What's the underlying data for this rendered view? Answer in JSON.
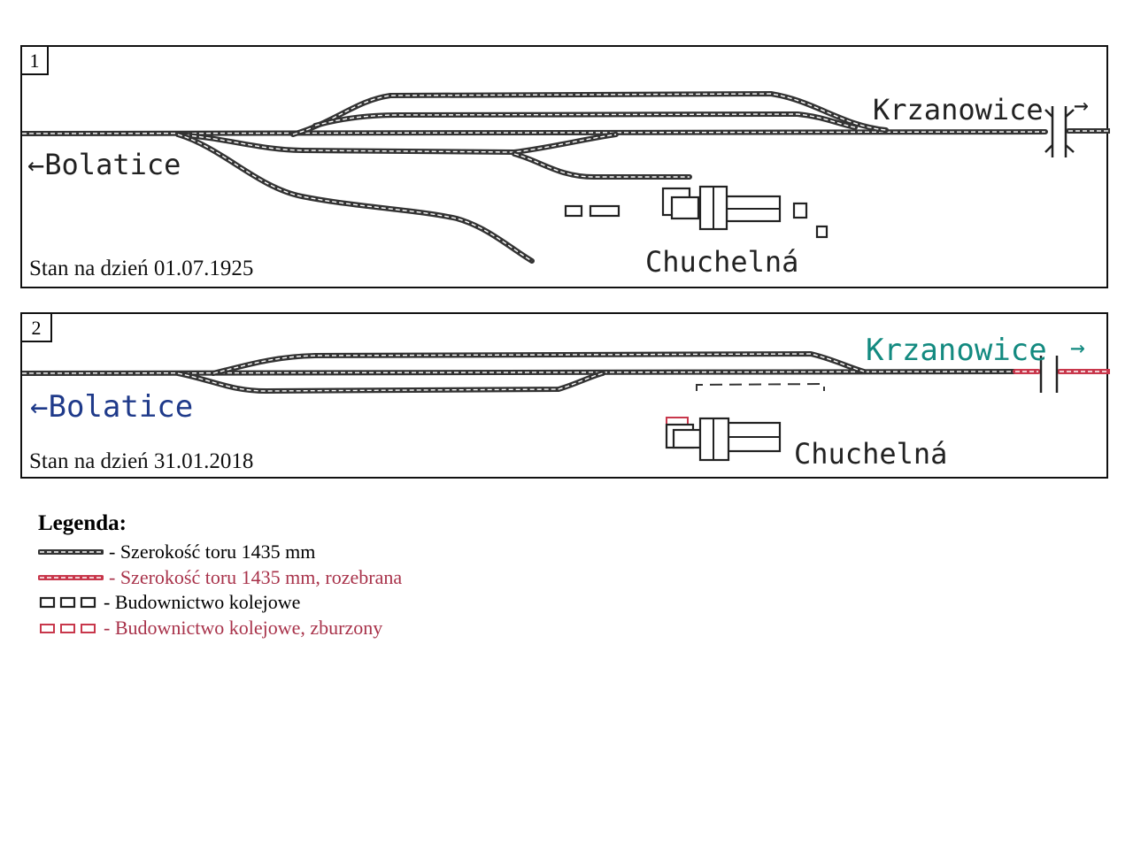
{
  "panels": [
    {
      "number": "1",
      "state": "Stan na dzień 01.07.1925",
      "west": "←Bolatice",
      "east": "Krzanowice",
      "east_arrow": "→",
      "station": "Chuchelná"
    },
    {
      "number": "2",
      "state": "Stan na dzień 31.01.2018",
      "west": "←Bolatice",
      "east": "Krzanowice",
      "east_arrow": "→",
      "station": "Chuchelná"
    }
  ],
  "colors": {
    "track": "#333333",
    "dismantled": "#c8374b",
    "west_label_2": "#1f3a8a",
    "east_label_2": "#138a80"
  },
  "legend": {
    "title": "Legenda:",
    "items": [
      {
        "label": "- Szerokość toru 1435 mm"
      },
      {
        "label": "- Szerokość toru 1435 mm, rozebrana"
      },
      {
        "label": "- Budownictwo kolejowe"
      },
      {
        "label": "- Budownictwo kolejowe, zburzony"
      }
    ]
  }
}
